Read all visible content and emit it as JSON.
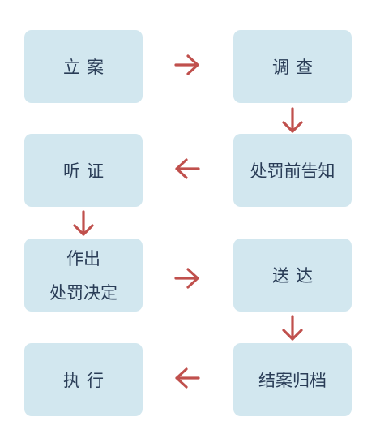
{
  "steps": {
    "filing": "立案",
    "investigation": "调查",
    "pre_penalty_notice": "处罚前告知",
    "hearing": "听证",
    "decision_line1": "作出",
    "decision_line2": "处罚决定",
    "delivery": "送达",
    "closing": "结案归档",
    "execution": "执行"
  },
  "colors": {
    "box_fill": "#d2e7ef",
    "text": "#2a3d57",
    "arrow": "#c0504d"
  }
}
